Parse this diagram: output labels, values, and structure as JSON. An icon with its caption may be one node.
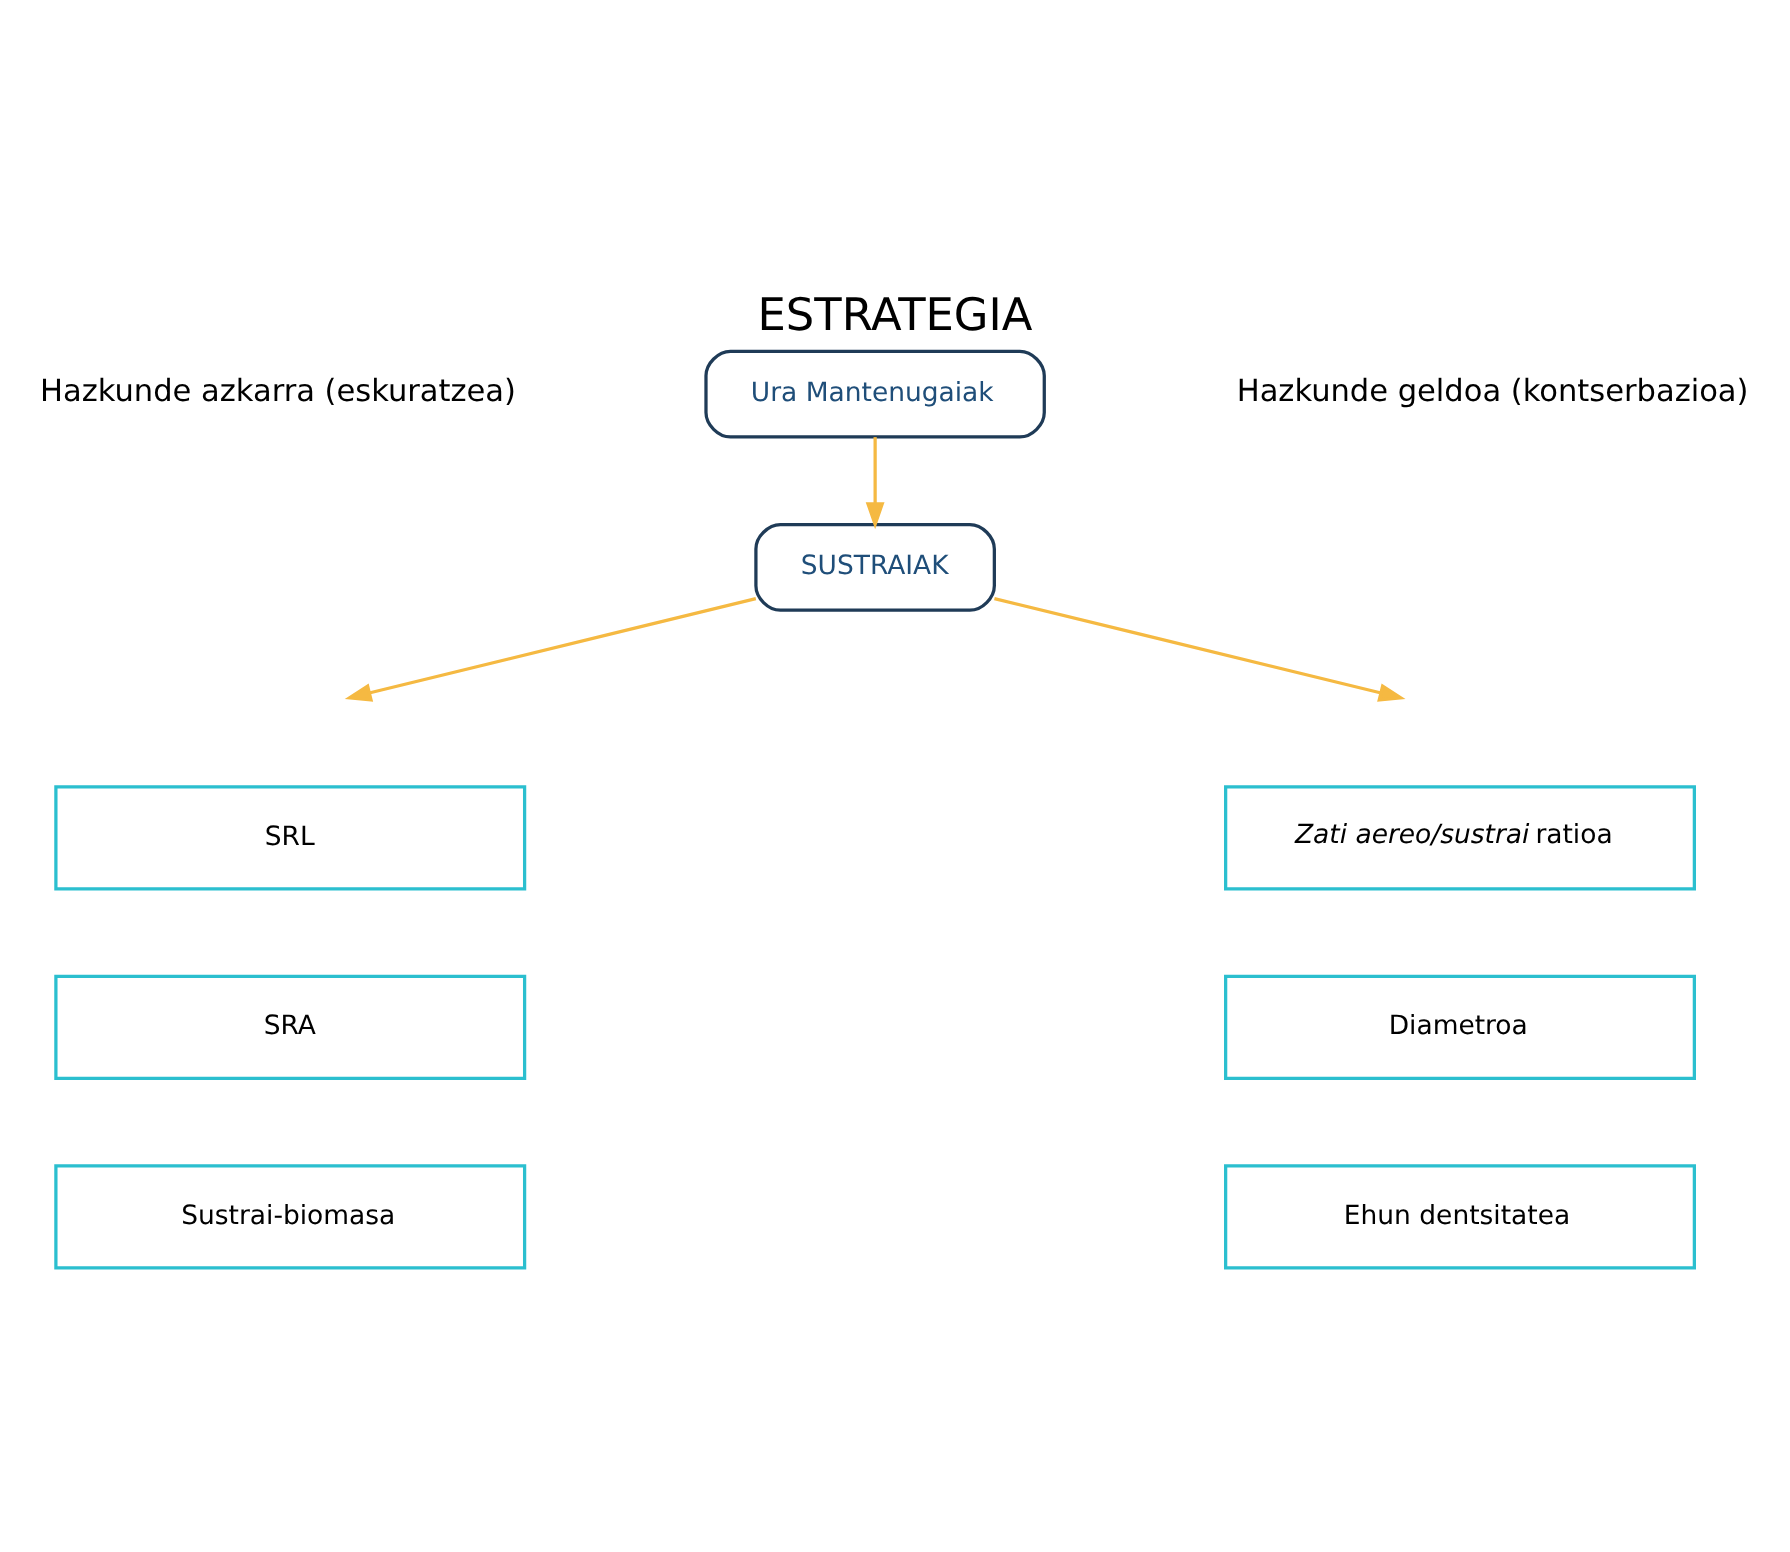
{
  "diagram": {
    "title": "ESTRATEGIA",
    "nodes": [
      {
        "text": [
          "Ura Mantenugaiak"
        ]
      },
      {
        "text": [
          "SUSTRAIAK"
        ]
      },
      {
        "text": [
          "SRL"
        ]
      },
      {
        "text": [
          "*Zati aereo/sustrai* ratioa"
        ]
      },
      {
        "text": [
          "SRA"
        ]
      },
      {
        "text": [
          "Diametroa"
        ]
      },
      {
        "text": [
          "Sustrai-biomasa"
        ]
      },
      {
        "text": [
          "Ehun dentsitatea"
        ]
      }
    ],
    "edges": [
      {
        "from": 0,
        "to": 1,
        "arrow": "to"
      },
      {
        "from": 1,
        "to": null,
        "arrow": "to"
      },
      {
        "from": 1,
        "to": null,
        "arrow": "to"
      }
    ],
    "labels": [
      "Hazkunde azkarra (eskuratzea)",
      "Hazkunde geldoa (kontserbazioa)"
    ]
  }
}
